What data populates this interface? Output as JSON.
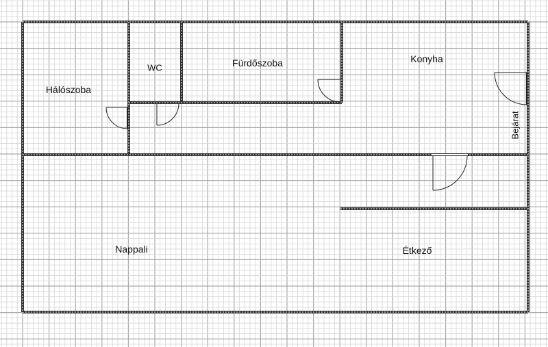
{
  "plan": {
    "rooms": [
      {
        "id": "bedroom",
        "label": "Hálószoba"
      },
      {
        "id": "wc",
        "label": "WC"
      },
      {
        "id": "bathroom",
        "label": "Fürdőszoba"
      },
      {
        "id": "kitchen",
        "label": "Konyha"
      },
      {
        "id": "living",
        "label": "Nappali"
      },
      {
        "id": "dining",
        "label": "Étkező"
      },
      {
        "id": "entrance",
        "label": "Bejárat"
      }
    ],
    "colors": {
      "grid_minor": "#d6d6d6",
      "grid_major": "#a8a8a8",
      "wall": "#333333"
    }
  }
}
